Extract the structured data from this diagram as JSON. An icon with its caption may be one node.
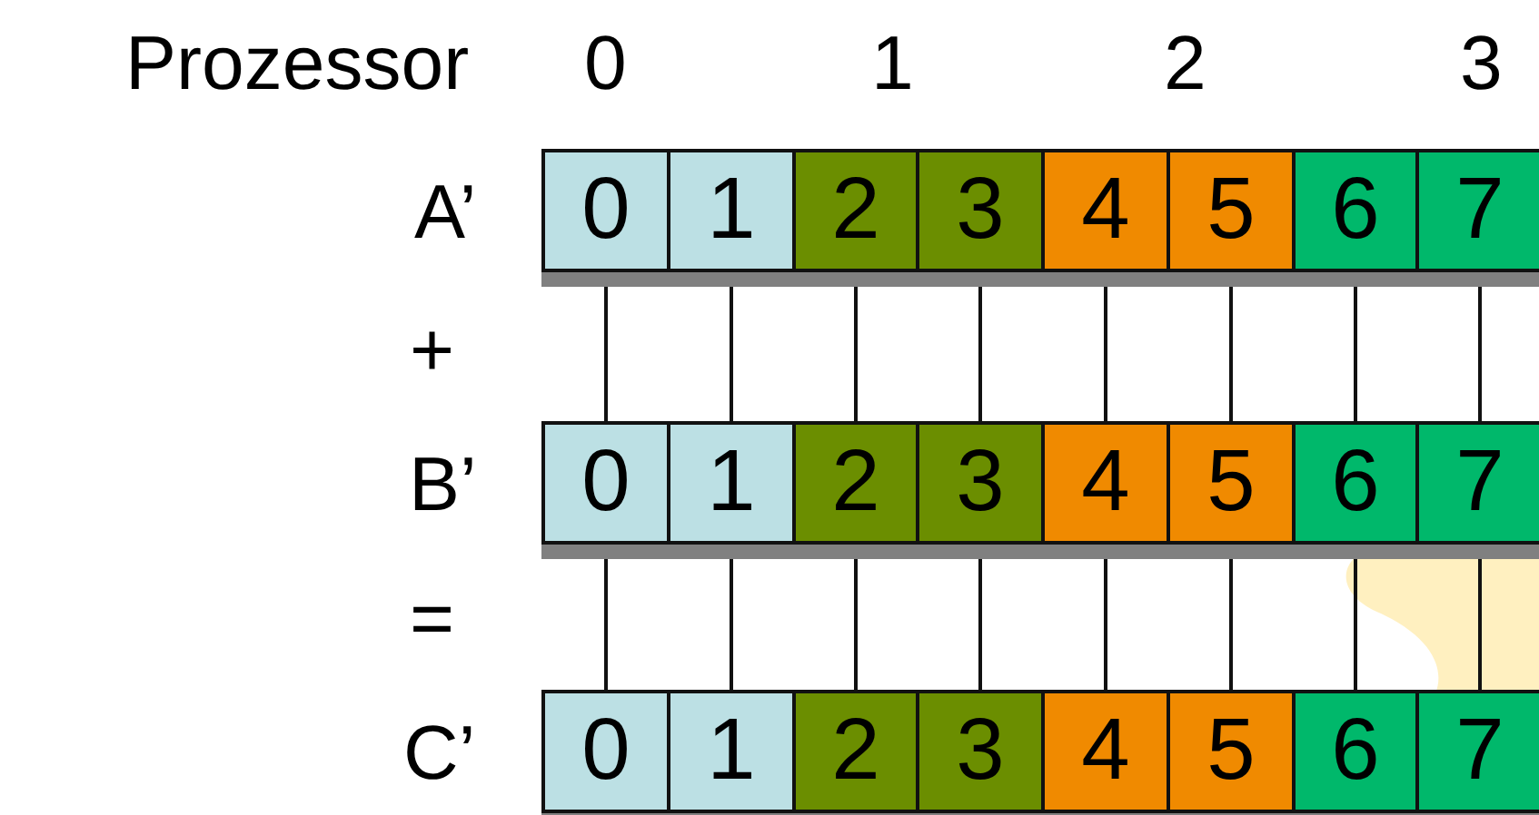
{
  "diagram": {
    "nodes": [
      {
        "text": [
          "0"
        ]
      },
      {
        "text": [
          "1"
        ]
      },
      {
        "text": [
          "2"
        ]
      },
      {
        "text": [
          "3"
        ]
      },
      {
        "text": [
          "4"
        ]
      },
      {
        "text": [
          "5"
        ]
      },
      {
        "text": [
          "6"
        ]
      },
      {
        "text": [
          "7"
        ]
      },
      {
        "text": [
          "0"
        ]
      },
      {
        "text": [
          "1"
        ]
      },
      {
        "text": [
          "2"
        ]
      },
      {
        "text": [
          "3"
        ]
      },
      {
        "text": [
          "4"
        ]
      },
      {
        "text": [
          "5"
        ]
      },
      {
        "text": [
          "6"
        ]
      },
      {
        "text": [
          "7"
        ]
      },
      {
        "text": [
          "0"
        ]
      },
      {
        "text": [
          "1"
        ]
      },
      {
        "text": [
          "2"
        ]
      },
      {
        "text": [
          "3"
        ]
      },
      {
        "text": [
          "4"
        ]
      },
      {
        "text": [
          "5"
        ]
      },
      {
        "text": [
          "6"
        ]
      },
      {
        "text": [
          "7"
        ]
      }
    ],
    "edges": [
      {
        "from": 0,
        "to": 8,
        "arrow": "none"
      },
      {
        "from": 1,
        "to": 9,
        "arrow": "none"
      },
      {
        "from": 2,
        "to": 10,
        "arrow": "none"
      },
      {
        "from": 3,
        "to": 11,
        "arrow": "none"
      },
      {
        "from": 4,
        "to": 12,
        "arrow": "none"
      },
      {
        "from": 5,
        "to": 13,
        "arrow": "none"
      },
      {
        "from": 6,
        "to": 14,
        "arrow": "none"
      },
      {
        "from": 7,
        "to": 15,
        "arrow": "none"
      },
      {
        "from": 8,
        "to": 16,
        "arrow": "none"
      },
      {
        "from": 9,
        "to": 17,
        "arrow": "none"
      },
      {
        "from": 10,
        "to": 18,
        "arrow": "none"
      },
      {
        "from": 11,
        "to": 19,
        "arrow": "none"
      },
      {
        "from": 12,
        "to": 20,
        "arrow": "none"
      },
      {
        "from": 13,
        "to": 21,
        "arrow": "none"
      },
      {
        "from": 14,
        "to": 22,
        "arrow": "none"
      },
      {
        "from": 15,
        "to": 23,
        "arrow": "none"
      }
    ],
    "labels": [
      "Prozessor",
      "0",
      "1",
      "2",
      "3",
      "A’",
      "+",
      "B’",
      "=",
      "C’"
    ]
  }
}
